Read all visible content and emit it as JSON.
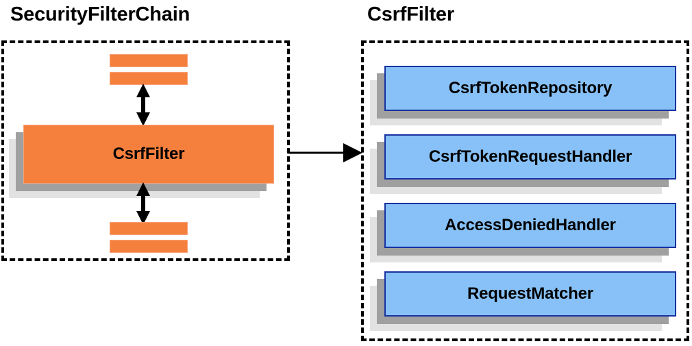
{
  "diagram": {
    "title_left": "SecurityFilterChain",
    "title_right": "CsrfFilter",
    "colors": {
      "orange_fill": "#F5803E",
      "orange_border": "#F7A277",
      "blue_fill": "#87C1F7",
      "blue_border": "#1832A0",
      "shadow_mid": "#A0A0A0",
      "shadow_back": "#E2E2E2",
      "outline": "#000000"
    }
  },
  "left_panel": {
    "title": "SecurityFilterChain",
    "main_box": {
      "label": "CsrfFilter"
    },
    "filter_bars": [
      {
        "label": ""
      },
      {
        "label": ""
      },
      {
        "label": ""
      },
      {
        "label": ""
      }
    ],
    "arrows": [
      {
        "name": "arrow-up",
        "direction": "bidirectional-vertical"
      },
      {
        "name": "arrow-down",
        "direction": "bidirectional-vertical"
      }
    ]
  },
  "right_panel": {
    "title": "CsrfFilter",
    "components": [
      {
        "label": "CsrfTokenRepository"
      },
      {
        "label": "CsrfTokenRequestHandler"
      },
      {
        "label": "AccessDeniedHandler"
      },
      {
        "label": "RequestMatcher"
      }
    ]
  },
  "connector": {
    "name": "csrffilter-expansion-arrow",
    "direction": "left-to-right",
    "label": ""
  }
}
